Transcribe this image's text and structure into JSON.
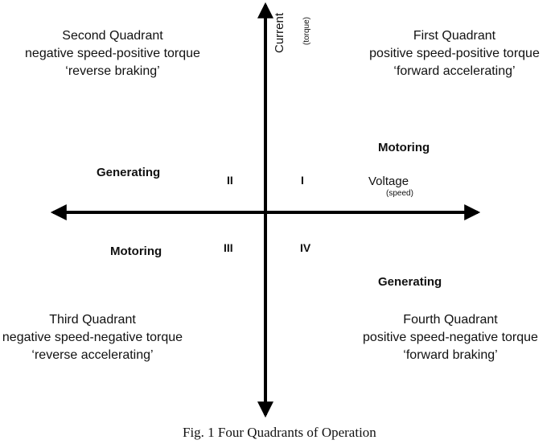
{
  "axes": {
    "vertical": {
      "label": "Current",
      "sublabel": "(torque)"
    },
    "horizontal": {
      "label": "Voltage",
      "sublabel": "(speed)"
    }
  },
  "quadrants": {
    "first": {
      "title": "First Quadrant",
      "description": "positive speed-positive torque",
      "mode_quote": "‘forward accelerating’",
      "numeral": "I",
      "operation": "Motoring"
    },
    "second": {
      "title": "Second Quadrant",
      "description": "negative speed-positive torque",
      "mode_quote": "‘reverse braking’",
      "numeral": "II",
      "operation": "Generating"
    },
    "third": {
      "title": "Third Quadrant",
      "description": "negative speed-negative torque",
      "mode_quote": "‘reverse accelerating’",
      "numeral": "III",
      "operation": "Motoring"
    },
    "fourth": {
      "title": "Fourth Quadrant",
      "description": "positive speed-negative torque",
      "mode_quote": "‘forward braking’",
      "numeral": "IV",
      "operation": "Generating"
    }
  },
  "caption": "Fig. 1 Four Quadrants of Operation",
  "colors": {
    "axis": "#000000",
    "text": "#111111",
    "background": "#ffffff"
  }
}
